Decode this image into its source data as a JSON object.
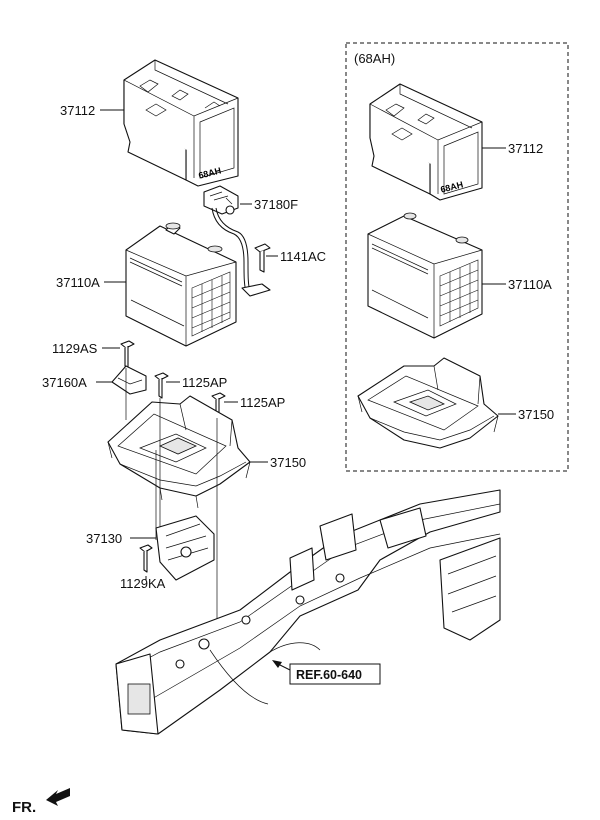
{
  "option_box": {
    "title": "(68AH)"
  },
  "callouts": {
    "tray_cover_main": "37112",
    "cable": "37180F",
    "bolt_1141": "1141AC",
    "battery_main": "37110A",
    "bolt_1129as": "1129AS",
    "bracket": "37160A",
    "bolt_1125_a": "1125AP",
    "bolt_1125_b": "1125AP",
    "tray_main": "37150",
    "insulator": "37130",
    "bolt_1129ka": "1129KA",
    "tray_cover_alt": "37112",
    "battery_alt": "37110A",
    "tray_alt": "37150"
  },
  "reference": {
    "label": "REF.60-640"
  },
  "direction": {
    "label": "FR.",
    "icon": "front-arrow-icon"
  },
  "battery_marking": "68AH"
}
